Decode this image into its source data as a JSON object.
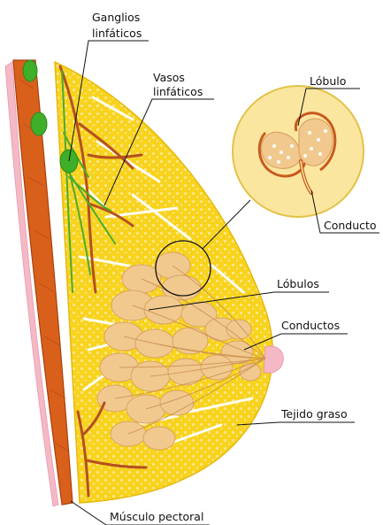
{
  "labels": {
    "ganglios_line1": "Ganglios",
    "ganglios_line2": "linfáticos",
    "vasos_line1": "Vasos",
    "vasos_line2": "linfáticos",
    "lobulo": "Lóbulo",
    "conducto": "Conducto",
    "lobulos": "Lóbulos",
    "conductos": "Conductos",
    "tejido_graso": "Tejido graso",
    "musculo_pectoral": "Músculo pectoral"
  },
  "colors": {
    "fat": "#f7d31c",
    "fat_dots": "#fde58a",
    "muscle": "#d9601a",
    "muscle_dark": "#a8400f",
    "skin_pink": "#f4b9c5",
    "lymph_node": "#3fae29",
    "lymph_vessel": "#4cab2e",
    "vein": "#b5501f",
    "lobule": "#f1c98e",
    "lobule_edge": "#d9a466",
    "inset_bg": "#fbe6a0",
    "leader_line": "#111111"
  }
}
